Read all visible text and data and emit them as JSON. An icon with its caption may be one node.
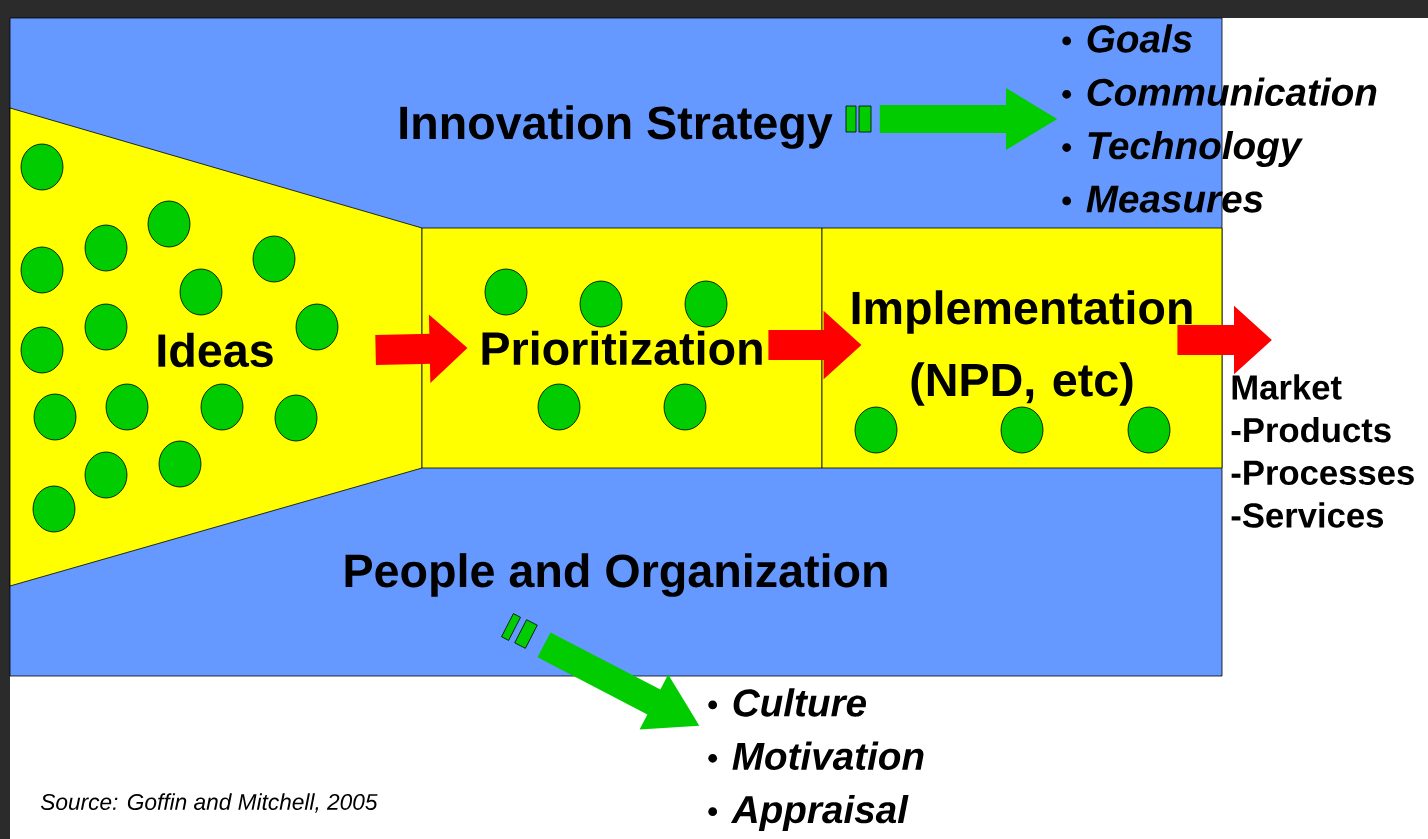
{
  "diagram": {
    "caption": "Source: Goffin and Mitchell, 2005",
    "nodes": [
      {
        "text": [
          "Ideas"
        ]
      },
      {
        "text": [
          "Prioritization"
        ]
      },
      {
        "text": [
          "Implementation (NPD, etc)"
        ]
      },
      {
        "text": [
          "Market",
          "-Products",
          "-Processes",
          "-Services"
        ]
      },
      {
        "text": [
          "Innovation Strategy"
        ]
      },
      {
        "text": [
          "Goals",
          "Communication",
          "Technology",
          "Measures"
        ]
      },
      {
        "text": [
          "People and Organization"
        ]
      },
      {
        "text": [
          "Culture",
          "Motivation",
          "Appraisal"
        ]
      }
    ],
    "edges": [
      {
        "from": 0,
        "to": 1,
        "arrow": "to"
      },
      {
        "from": 1,
        "to": 2,
        "arrow": "to"
      },
      {
        "from": 2,
        "to": 3,
        "arrow": "to"
      },
      {
        "from": 4,
        "to": 5,
        "arrow": "to",
        "color": "#00cc00"
      },
      {
        "from": 6,
        "to": 7,
        "arrow": "to",
        "color": "#00cc00"
      }
    ]
  }
}
